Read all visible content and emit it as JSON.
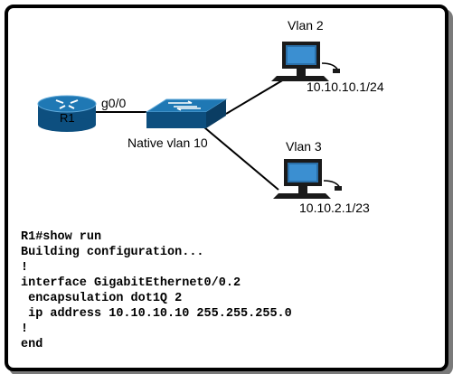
{
  "devices": {
    "router": {
      "label": "R1",
      "interface": "g0/0"
    },
    "switch": {
      "label": "Native vlan 10"
    },
    "pc_top": {
      "vlan": "Vlan 2",
      "ip": "10.10.10.1/24"
    },
    "pc_bottom": {
      "vlan": "Vlan 3",
      "ip": "10.10.2.1/23"
    }
  },
  "console": {
    "lines": [
      "R1#show run",
      "Building configuration...",
      "!",
      "interface GigabitEthernet0/0.2",
      " encapsulation dot1Q 2",
      " ip address 10.10.10.10 255.255.255.0",
      "!",
      "end"
    ]
  },
  "colors": {
    "device_blue": "#1f78b4",
    "device_dark": "#0d4f7f",
    "monitor": "#1a1a1a"
  }
}
